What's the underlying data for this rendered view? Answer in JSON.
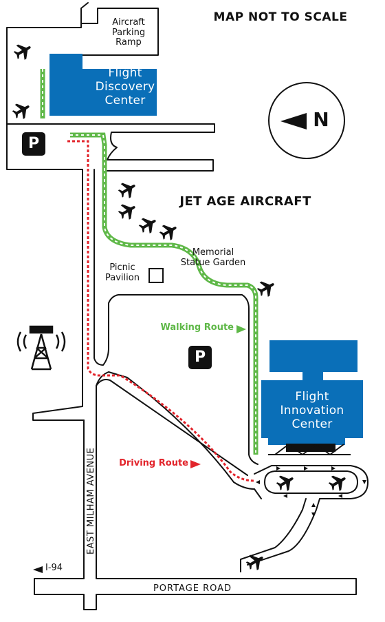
{
  "map": {
    "scale_note": "MAP NOT TO SCALE",
    "north_label": "N",
    "parking_symbol": "P",
    "buildings": {
      "flight_discovery_center": "Flight\nDiscovery\nCenter",
      "flight_innovation_center": "Flight\nInnovation\nCenter"
    },
    "labels": {
      "aircraft_parking_ramp": "Aircraft\nParking\nRamp",
      "jet_age_aircraft": "JET AGE AIRCRAFT",
      "memorial_statue_garden": "Memorial\nStatue Garden",
      "picnic_pavilion": "Picnic\nPavilion",
      "walking_route": "Walking Route",
      "driving_route": "Driving Route",
      "east_milham_avenue": "EAST MILHAM AVENUE",
      "portage_road": "PORTAGE ROAD",
      "i94": "I-94"
    },
    "colors": {
      "building_blue": "#0a6fb8",
      "walking_green": "#5fb848",
      "driving_red": "#e2242b",
      "road_line": "#111111"
    },
    "icons": [
      "airplane-icon",
      "radio-tower-icon",
      "north-arrow-icon",
      "parking-icon",
      "arrow-icon"
    ]
  }
}
